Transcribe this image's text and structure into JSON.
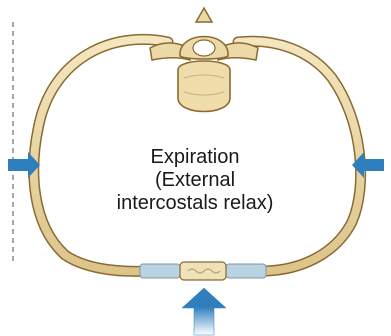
{
  "diagram": {
    "caption_lines": [
      "Expiration",
      "(External",
      "intercostals relax)"
    ]
  },
  "colors": {
    "bone": "#ecd9a8",
    "bone_outline": "#8a6a30",
    "cartilage": "#b9d3e2",
    "arrow": "#2f7fbf",
    "dashed_line": "#8c8c8c"
  }
}
